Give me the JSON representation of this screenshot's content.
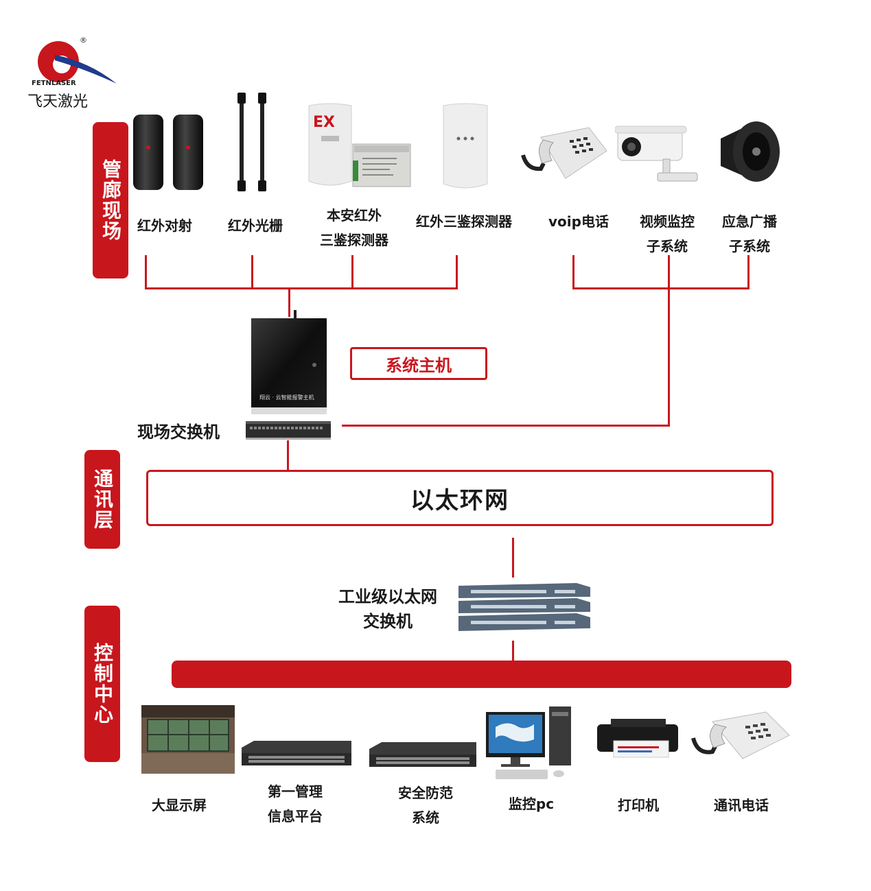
{
  "brand": {
    "name_en": "FETNLASER",
    "name_cn": "飞天激光",
    "registered_mark": "®"
  },
  "sections": {
    "site": "管廊现场",
    "comm": "通讯层",
    "control": "控制中心"
  },
  "site_devices": [
    {
      "label": "红外对射",
      "icon": "infrared-beam-icon"
    },
    {
      "label": "红外光栅",
      "icon": "infrared-grating-icon"
    },
    {
      "label_line1": "本安红外",
      "label_line2": "三鉴探测器",
      "icon": "explosion-proof-detector-icon",
      "badge": "EX"
    },
    {
      "label": "红外三鉴探测器",
      "icon": "triple-tech-detector-icon"
    },
    {
      "label": "voip电话",
      "icon": "voip-phone-icon"
    },
    {
      "label_line1": "视频监控",
      "label_line2": "子系统",
      "icon": "cctv-camera-icon"
    },
    {
      "label_line1": "应急广播",
      "label_line2": "子系统",
      "icon": "speaker-horn-icon"
    }
  ],
  "host": {
    "box_label": "系统主机",
    "device_text": "翔云 · 云智能报警主机"
  },
  "field_switch": {
    "label": "现场交换机"
  },
  "ethernet_ring": {
    "label": "以太环网"
  },
  "industrial_switch": {
    "label_line1": "工业级以太网",
    "label_line2": "交换机"
  },
  "control_devices": [
    {
      "label": "大显示屏",
      "icon": "video-wall-icon"
    },
    {
      "label_line1": "第一管理",
      "label_line2": "信息平台",
      "icon": "rack-server-icon"
    },
    {
      "label_line1": "安全防范",
      "label_line2": "系统",
      "icon": "rack-server-icon"
    },
    {
      "label": "监控pc",
      "icon": "desktop-pc-icon"
    },
    {
      "label": "打印机",
      "icon": "printer-icon"
    },
    {
      "label": "通讯电话",
      "icon": "telephone-icon"
    }
  ],
  "colors": {
    "accent": "#c8161d",
    "text": "#1a1a1a"
  }
}
